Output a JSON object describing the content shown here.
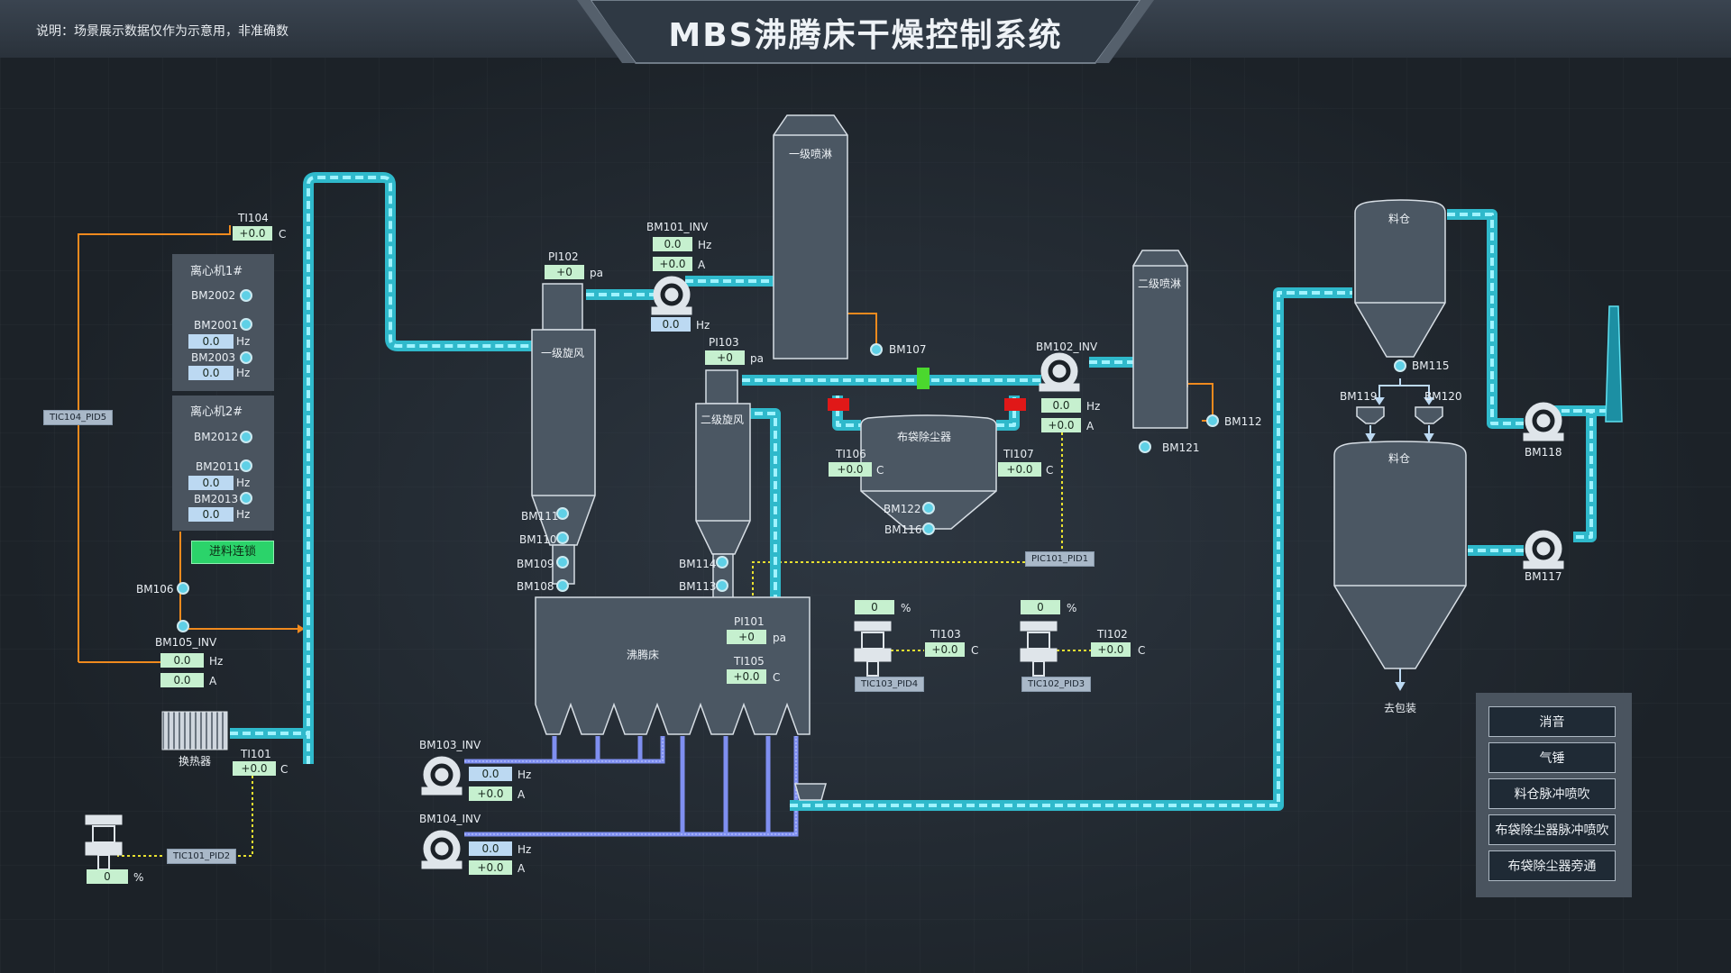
{
  "header": {
    "title": "MBS沸腾床干燥控制系统",
    "note": "说明：场景展示数据仅作为示意用，非准确数"
  },
  "vessels": {
    "spray1": "一级喷淋",
    "spray2": "二级喷淋",
    "cyclone1": "一级旋风",
    "cyclone2": "二级旋风",
    "bagfilter": "布袋除尘器",
    "fluidbed": "沸腾床",
    "silo_top": "料仓",
    "silo_big": "料仓",
    "exchanger": "换热器",
    "to_pack": "去包装"
  },
  "centrifuge1": {
    "title": "离心机1#",
    "bm2002": "BM2002",
    "bm2001": "BM2001",
    "bm2001_hz": "0.0",
    "bm2003": "BM2003",
    "bm2003_hz": "0.0"
  },
  "centrifuge2": {
    "title": "离心机2#",
    "bm2012": "BM2012",
    "bm2011": "BM2011",
    "bm2011_hz": "0.0",
    "bm2013": "BM2013",
    "bm2013_hz": "0.0"
  },
  "interlock_button": "进料连锁",
  "units": {
    "hz": "Hz",
    "a": "A",
    "c": "C",
    "pa": "pa",
    "pct": "%"
  },
  "instruments": {
    "ti104": {
      "name": "TI104",
      "value": "+0.0"
    },
    "ti101": {
      "name": "TI101",
      "value": "+0.0"
    },
    "ti106": {
      "name": "TI106",
      "value": "+0.0"
    },
    "ti107": {
      "name": "TI107",
      "value": "+0.0"
    },
    "ti105": {
      "name": "TI105",
      "value": "+0.0"
    },
    "ti103": {
      "name": "TI103",
      "value": "+0.0"
    },
    "ti102": {
      "name": "TI102",
      "value": "+0.0"
    },
    "pi102": {
      "name": "PI102",
      "value": "+0"
    },
    "pi103": {
      "name": "PI103",
      "value": "+0"
    },
    "pi101": {
      "name": "PI101",
      "value": "+0"
    }
  },
  "drives": {
    "bm101": {
      "name": "BM101_INV",
      "hz": "0.0",
      "a": "+0.0",
      "hz2": "0.0"
    },
    "bm102": {
      "name": "BM102_INV",
      "hz": "0.0",
      "a": "+0.0"
    },
    "bm105": {
      "name": "BM105_INV",
      "hz": "0.0",
      "a": "0.0"
    },
    "bm103": {
      "name": "BM103_INV",
      "hz": "0.0",
      "a": "+0.0"
    },
    "bm104": {
      "name": "BM104_INV",
      "hz": "0.0",
      "a": "+0.0"
    }
  },
  "valves": {
    "pid2_pct": "0",
    "pid4_pct": "0",
    "pid3_pct": "0"
  },
  "tags": {
    "tic104": "TIC104_PID5",
    "tic101": "TIC101_PID2",
    "pic101": "PIC101_PID1",
    "tic103": "TIC103_PID4",
    "tic102": "TIC102_PID3"
  },
  "points": {
    "bm106": "BM106",
    "bm107": "BM107",
    "bm111": "BM111",
    "bm110": "BM110",
    "bm109": "BM109",
    "bm108": "BM108",
    "bm114": "BM114",
    "bm113": "BM113",
    "bm122": "BM122",
    "bm116": "BM116",
    "bm112": "BM112",
    "bm121": "BM121",
    "bm115": "BM115",
    "bm119": "BM119",
    "bm120": "BM120",
    "bm118": "BM118",
    "bm117": "BM117"
  },
  "commands": [
    "消音",
    "气锤",
    "料仓脉冲喷吹",
    "布袋除尘器脉冲喷吹",
    "布袋除尘器旁通"
  ],
  "colors": {
    "pipe": "#3fd6e8",
    "line_orange": "#f08a1e",
    "line_yellow": "#e8e030",
    "line_blue": "#7f8ff0",
    "vessel": "#4b5763",
    "valve_red": "#e01818",
    "valve_green": "#4bd82e"
  }
}
